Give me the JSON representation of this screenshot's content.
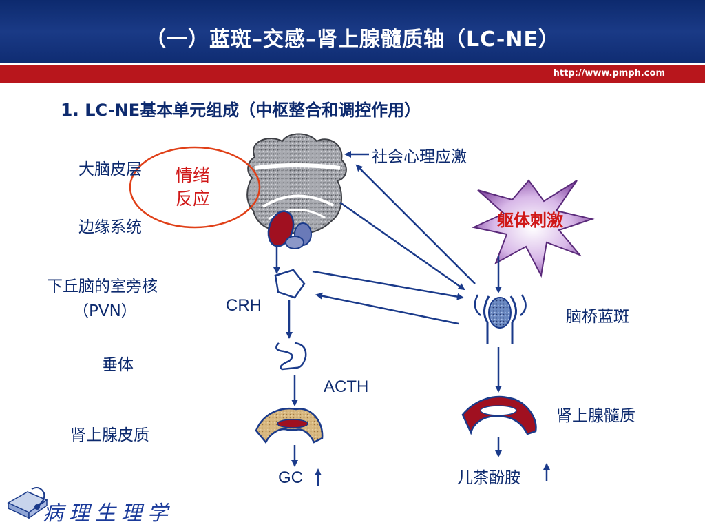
{
  "header": {
    "title": "（一）蓝斑–交感–肾上腺髓质轴（LC-NE）",
    "url": "http://www.pmph.com"
  },
  "subtitle": {
    "number": "1.",
    "text": " LC-NE基本单元组成（中枢整合和调控作用）"
  },
  "left_labels": {
    "cortex": "大脑皮层",
    "limbic": "边缘系统",
    "pvn_line1": "下丘脑的室旁核",
    "pvn_line2": "（PVN）",
    "pituitary": "垂体",
    "adrenal_cortex": "肾上腺皮质"
  },
  "emotion": {
    "line1": "情绪",
    "line2": "反应"
  },
  "right_labels": {
    "psych_stress": "社会心理应激",
    "somatic_stress": "躯体刺激",
    "locus_coeruleus": "脑桥蓝斑",
    "adrenal_medulla": "肾上腺髓质",
    "catecholamine": "儿茶酚胺"
  },
  "hormones": {
    "crh": "CRH",
    "acth": "ACTH",
    "gc": "GC"
  },
  "footer": {
    "course": "病理生理学"
  },
  "colors": {
    "header_blue": "#0d2a6e",
    "red_bar": "#b8161c",
    "arrow_blue": "#1a3a8a",
    "emotion_red": "#d01818",
    "star_purple": "#8a4aa8"
  }
}
